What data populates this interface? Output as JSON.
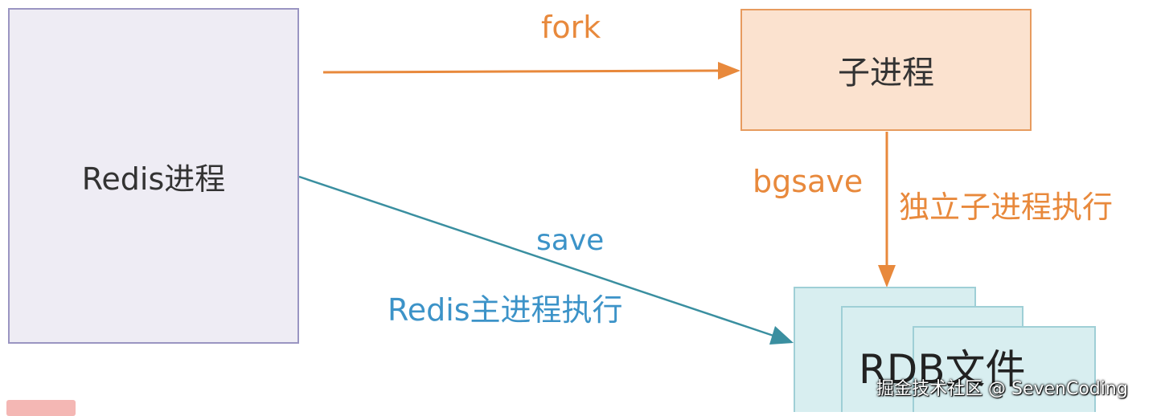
{
  "nodes": {
    "redis_process": "Redis进程",
    "child_process": "子进程",
    "rdb_file": "RDB文件"
  },
  "edges": {
    "fork": {
      "label": "fork"
    },
    "bgsave": {
      "label": "bgsave",
      "description": "独立子进程执行"
    },
    "save": {
      "label": "save",
      "description": "Redis主进程执行"
    }
  },
  "watermark": "掘金技术社区 @ SevenCoding",
  "colors": {
    "redis_fill": "#eeecf4",
    "redis_border": "#9a95c2",
    "child_fill": "#fbe2cf",
    "child_border": "#e79b5e",
    "orange_edge": "#e8893c",
    "teal_edge": "#3a8fa0",
    "blue_text": "#3c93c8",
    "rdb_fill": "#d8eef0",
    "rdb_border": "#9fcfd6"
  }
}
